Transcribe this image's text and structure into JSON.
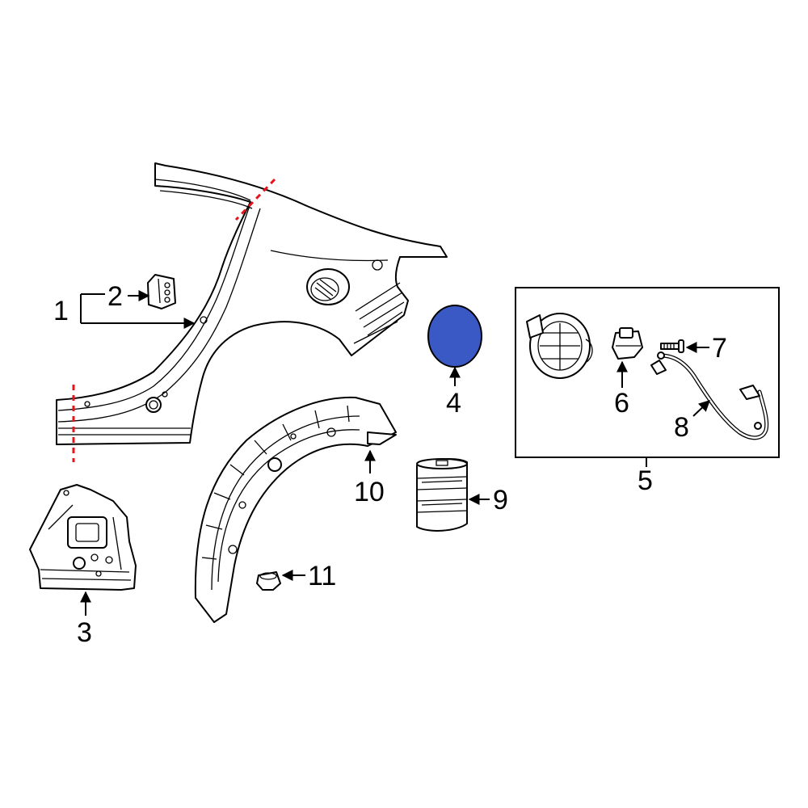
{
  "callouts": {
    "c1": "1",
    "c2": "2",
    "c3": "3",
    "c4": "4",
    "c5": "5",
    "c6": "6",
    "c7": "7",
    "c8": "8",
    "c9": "9",
    "c10": "10",
    "c11": "11"
  },
  "colors": {
    "highlight": "#3b59c4",
    "cut_line": "#e8141c",
    "line": "#000000",
    "background": "#ffffff"
  },
  "icons": {
    "arrow": "arrowhead-triangle",
    "cut_marker": "red-dashed-line"
  }
}
